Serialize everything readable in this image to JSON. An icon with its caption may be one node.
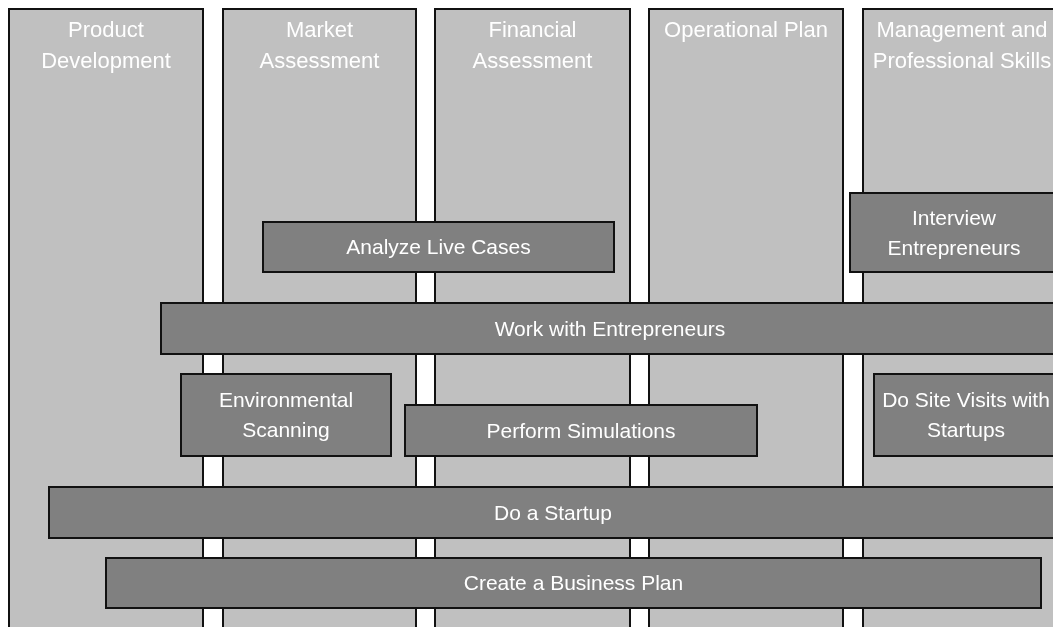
{
  "diagram": {
    "nodes": [
      {
        "text": [
          "Product Development"
        ]
      },
      {
        "text": [
          "Market Assessment"
        ]
      },
      {
        "text": [
          "Financial Assessment"
        ]
      },
      {
        "text": [
          "Operational Plan"
        ]
      },
      {
        "text": [
          "Management and Professional Skills"
        ]
      },
      {
        "text": [
          "Analyze Live Cases"
        ]
      },
      {
        "text": [
          "Interview Entrepreneurs"
        ]
      },
      {
        "text": [
          "Work with Entrepreneurs"
        ]
      },
      {
        "text": [
          "Environmental Scanning"
        ]
      },
      {
        "text": [
          "Perform Simulations"
        ]
      },
      {
        "text": [
          "Do Site Visits with Startups"
        ],
        "in": 4
      },
      {
        "text": [
          "Do a Startup"
        ]
      },
      {
        "text": [
          "Create a Business Plan"
        ]
      }
    ]
  }
}
